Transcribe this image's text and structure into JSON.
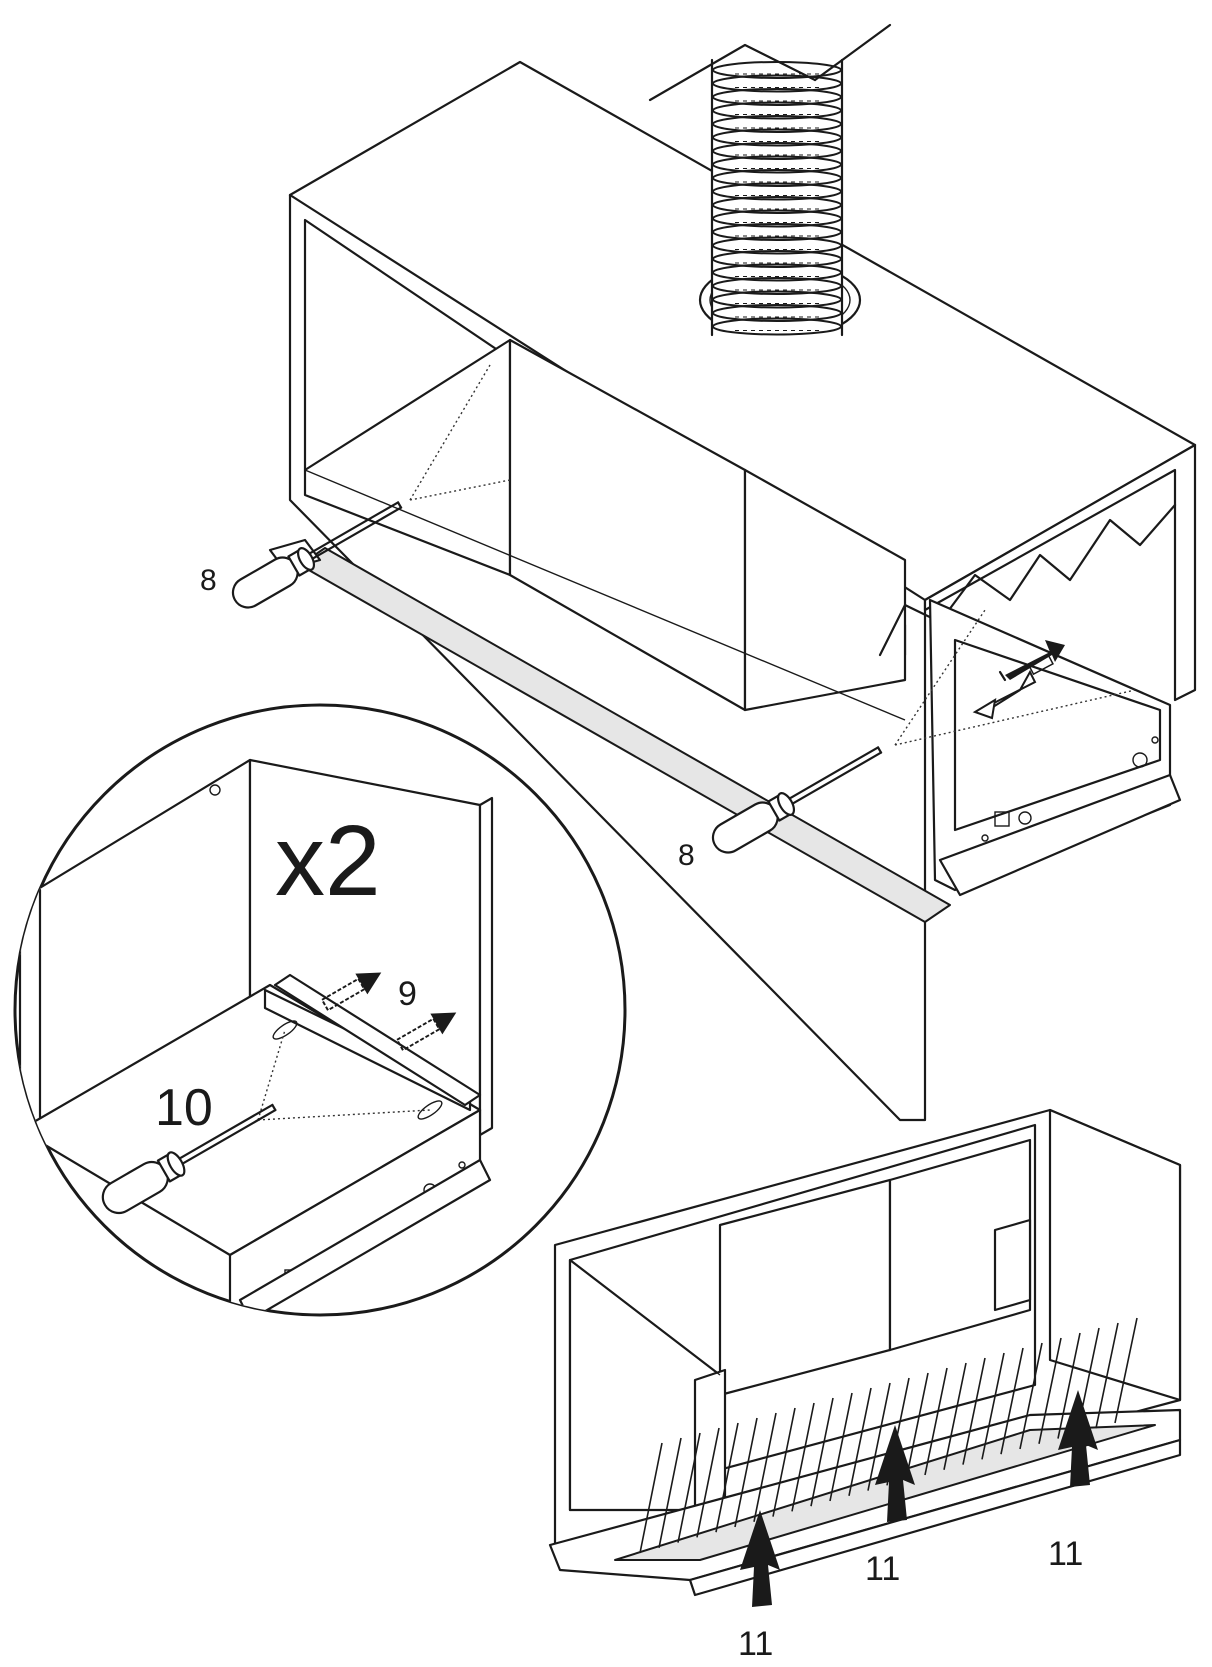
{
  "figure": {
    "callouts": {
      "screw_left": "8",
      "screw_right": "8",
      "detail_multiplier": "x2",
      "detail_screws": "9",
      "detail_screwdriver": "10",
      "filter_left": "11",
      "filter_middle": "11",
      "filter_right": "11"
    },
    "colors": {
      "line": "#1a1a1a",
      "panel_fill": "#e6e6e6",
      "background": "#ffffff"
    }
  }
}
